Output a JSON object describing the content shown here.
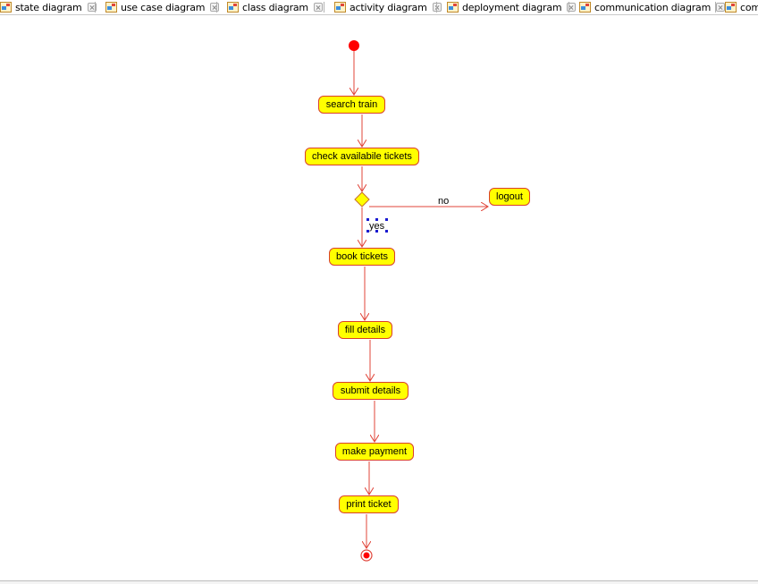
{
  "tabs": [
    {
      "label": "state diagram"
    },
    {
      "label": "use case diagram"
    },
    {
      "label": "class diagram"
    },
    {
      "label": "activity diagram"
    },
    {
      "label": "deployment diagram"
    },
    {
      "label": "communication diagram"
    },
    {
      "label": "com"
    }
  ],
  "diagram": {
    "actions": {
      "search_train": "search train",
      "check_tickets": "check availabile tickets",
      "logout": "logout",
      "book_tickets": "book tickets",
      "fill_details": "fill details",
      "submit_details": "submit details",
      "make_payment": "make payment",
      "print_ticket": "print ticket"
    },
    "guards": {
      "no": "no",
      "yes": "yes"
    }
  },
  "colors": {
    "action_fill": "#ffff00",
    "action_border": "#d9402b",
    "flow_line": "#e0453a",
    "start_node": "#ff0000",
    "decision_fill": "#ffff00",
    "selection_handle": "#1a1ad0"
  }
}
